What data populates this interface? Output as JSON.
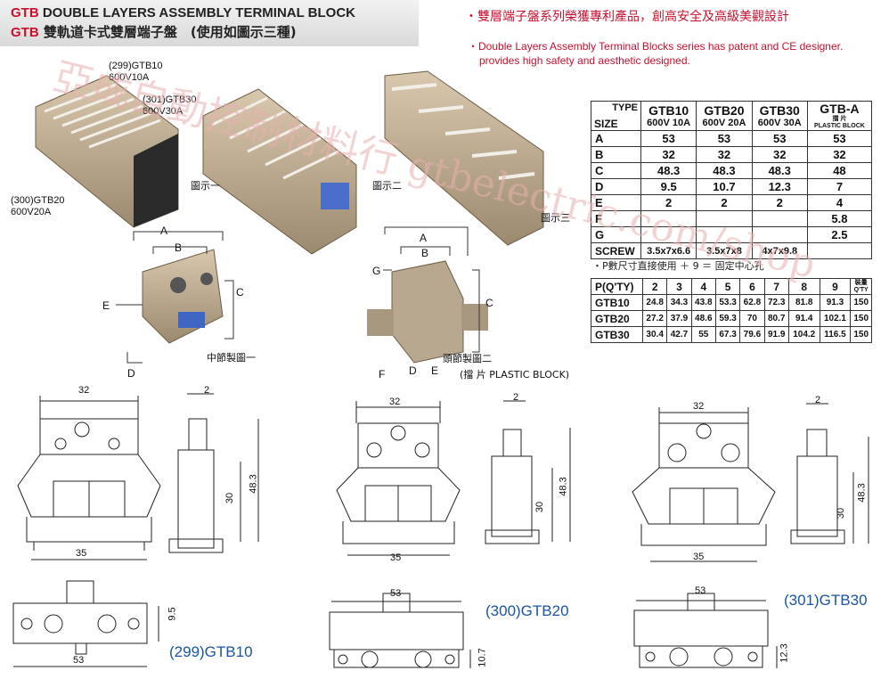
{
  "header": {
    "line1_code": "GTB",
    "line1_text": " DOUBLE LAYERS ASSEMBLY TERMINAL BLOCK",
    "line2_code": "GTB",
    "line2_text": " 雙軌道卡式雙層端子盤　(使用如圖示三種)",
    "tagline_zh": "・雙層端子盤系列榮獲專利產品，創高安全及高級美觀設計",
    "tagline_en_1": "・Double Layers Assembly Terminal Blocks series has patent and CE designer.",
    "tagline_en_2": "provides high safety and aesthetic designed."
  },
  "watermark": {
    "text": "亞成自動控制材料行 gtbelectric.com/shop"
  },
  "photos": {
    "label_299": "(299)GTB10",
    "label_299_rating": "600V10A",
    "label_301": "(301)GTB30",
    "label_301_rating": "600V30A",
    "label_300": "(300)GTB20",
    "label_300_rating": "600V20A",
    "fig1": "圖示一",
    "fig2": "圖示二",
    "fig3": "圖示三",
    "middle_caption": "中節製圖一",
    "head_caption": "頭節製圖二",
    "head_caption_2": "(擋 片 PLASTIC BLOCK)",
    "letters": {
      "A": "A",
      "B": "B",
      "C": "C",
      "D": "D",
      "E": "E",
      "F": "F",
      "G": "G"
    }
  },
  "spec_table": {
    "type_label": "TYPE",
    "size_label": "SIZE",
    "models": [
      "GTB10",
      "GTB20",
      "GTB30",
      "GTB-A"
    ],
    "ratings": [
      "600V 10A",
      "600V 20A",
      "600V 30A"
    ],
    "gtba_sub_zh": "擋 片",
    "gtba_sub_en": "PLASTIC BLOCK",
    "rows": [
      {
        "label": "A",
        "values": [
          "53",
          "53",
          "53",
          "53"
        ]
      },
      {
        "label": "B",
        "values": [
          "32",
          "32",
          "32",
          "32"
        ]
      },
      {
        "label": "C",
        "values": [
          "48.3",
          "48.3",
          "48.3",
          "48"
        ]
      },
      {
        "label": "D",
        "values": [
          "9.5",
          "10.7",
          "12.3",
          "7"
        ]
      },
      {
        "label": "E",
        "values": [
          "2",
          "2",
          "2",
          "4"
        ]
      },
      {
        "label": "F",
        "values": [
          "",
          "",
          "",
          "5.8"
        ]
      },
      {
        "label": "G",
        "values": [
          "",
          "",
          "",
          "2.5"
        ]
      }
    ],
    "screw_label": "SCREW",
    "screw_values": [
      "3.5x7x6.6",
      "3.5x7x8",
      "4x7x9.8"
    ]
  },
  "note": "・P數尺寸直接使用 ＋ 9 ＝ 固定中心孔",
  "qty_table": {
    "header_label": "P(Q'TY)",
    "columns": [
      "2",
      "3",
      "4",
      "5",
      "6",
      "7",
      "8",
      "9"
    ],
    "pack_zh": "裝量",
    "pack_en": "Q'TY",
    "rows": [
      {
        "label": "GTB10",
        "values": [
          "24.8",
          "34.3",
          "43.8",
          "53.3",
          "62.8",
          "72.3",
          "81.8",
          "91.3"
        ],
        "pack": "150"
      },
      {
        "label": "GTB20",
        "values": [
          "27.2",
          "37.9",
          "48.6",
          "59.3",
          "70",
          "80.7",
          "91.4",
          "102.1"
        ],
        "pack": "150"
      },
      {
        "label": "GTB30",
        "values": [
          "30.4",
          "42.7",
          "55",
          "67.3",
          "79.6",
          "91.9",
          "104.2",
          "116.5"
        ],
        "pack": "150"
      }
    ]
  },
  "drawings": {
    "dim_32": "32",
    "dim_2": "2",
    "dim_30": "30",
    "dim_48_3": "48.3",
    "dim_35": "35",
    "dim_53": "53",
    "d_gtb10": "9.5",
    "d_gtb20": "10.7",
    "d_gtb30": "12.3",
    "caption_gtb10": "(299)GTB10",
    "caption_gtb20": "(300)GTB20",
    "caption_gtb30": "(301)GTB30"
  }
}
